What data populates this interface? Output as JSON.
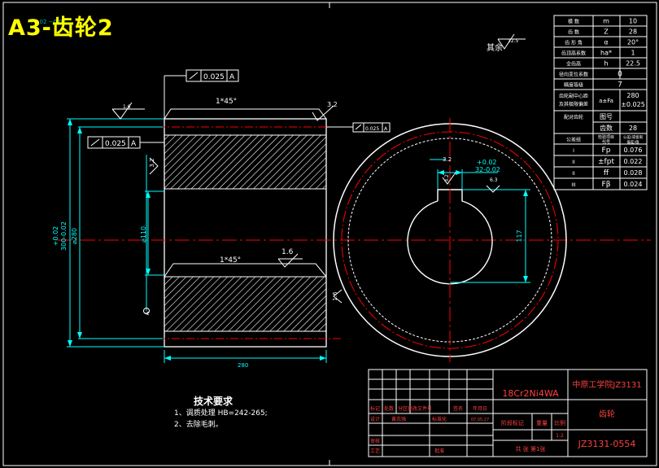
{
  "title": "A3-齿轮2",
  "roughness_note": {
    "label": "其余",
    "value": "12.5"
  },
  "param_table": [
    {
      "name": "模 数",
      "symbol": "m",
      "value": "10"
    },
    {
      "name": "齿 数",
      "symbol": "Z",
      "value": "28"
    },
    {
      "name": "齿 形 角",
      "symbol": "α",
      "value": "20°"
    },
    {
      "name": "齿顶高系数",
      "symbol": "ha*",
      "value": "1"
    },
    {
      "name": "全齿高",
      "symbol": "h",
      "value": "22.5"
    },
    {
      "name": "径向变位系数",
      "symbol": "",
      "value": "0"
    },
    {
      "name": "精度等级",
      "symbol": "",
      "value": "7"
    },
    {
      "name": "齿轮副中心距 及其极限偏差",
      "symbol": "a±Fa",
      "value": "280 ±0.025"
    },
    {
      "name": "配对齿轮",
      "symbol": "图号",
      "value": ""
    },
    {
      "name": "",
      "symbol": "齿数",
      "value": "28"
    },
    {
      "name": "公差组",
      "symbol": "检验项目 代号",
      "value": "公差(或极限偏差)值"
    },
    {
      "name": "I",
      "symbol": "Fp",
      "value": "0.076"
    },
    {
      "name": "II",
      "symbol": "±fpt",
      "value": "0.022"
    },
    {
      "name": "II",
      "symbol": "ff",
      "value": "0.028"
    },
    {
      "name": "III",
      "symbol": "Fβ",
      "value": "0.024"
    }
  ],
  "dimensions": {
    "chamfer_top": "1*45°",
    "chamfer_mid": "1*45°",
    "runout_top": "0.025",
    "runout_top_datum": "A",
    "runout_left": "0.025",
    "runout_left_datum": "A",
    "runout_right": "0.025",
    "runout_right_datum": "A",
    "roughness_top_left": "1.6",
    "roughness_top_right": "3.2",
    "roughness_left": "3.2",
    "roughness_bore": "1.6",
    "roughness_right": "1.6",
    "outer_dia_tol": "+0.02",
    "outer_dia": "300-0.02",
    "root_dia": "⌀280",
    "bore_dia": "⌀110",
    "face_width": "280",
    "datum_A": "A",
    "key_tol_top": "+0.02",
    "key_width": "32-0.02",
    "key_rough": "3.2",
    "key_rough2": "3.2",
    "key_rough3": "6.3",
    "keyway_depth": "117",
    "top_left_faint": "+0.02 −0.02"
  },
  "tech_requirements": {
    "heading": "技术要求",
    "items": [
      "1、调质处理 HB=242-265;",
      "2、去除毛刺。"
    ]
  },
  "title_block": {
    "material": "18Cr2Ni4WA",
    "school": "中原工学院JZ3131",
    "part_name": "齿轮",
    "drawing_no": "JZ3131-0554",
    "headers": [
      "标记",
      "处数",
      "分区",
      "更改文件号",
      "签名",
      "年月日"
    ],
    "design": "设计",
    "designer": "黄志强",
    "standardize": "标准化",
    "date": "07.05.27",
    "review": "审核",
    "process": "工艺",
    "approve": "批准",
    "stage_mark": "阶段标记",
    "weight": "重量",
    "scale": "比例",
    "scale_value": "1:2",
    "sheets": "共  张 第1张"
  },
  "colors": {
    "background": "#000000",
    "outline": "#ffffff",
    "dimension": "#00ffff",
    "center": "#ff0000",
    "title": "#ffff00",
    "titleblock_text": "#ff4040"
  }
}
